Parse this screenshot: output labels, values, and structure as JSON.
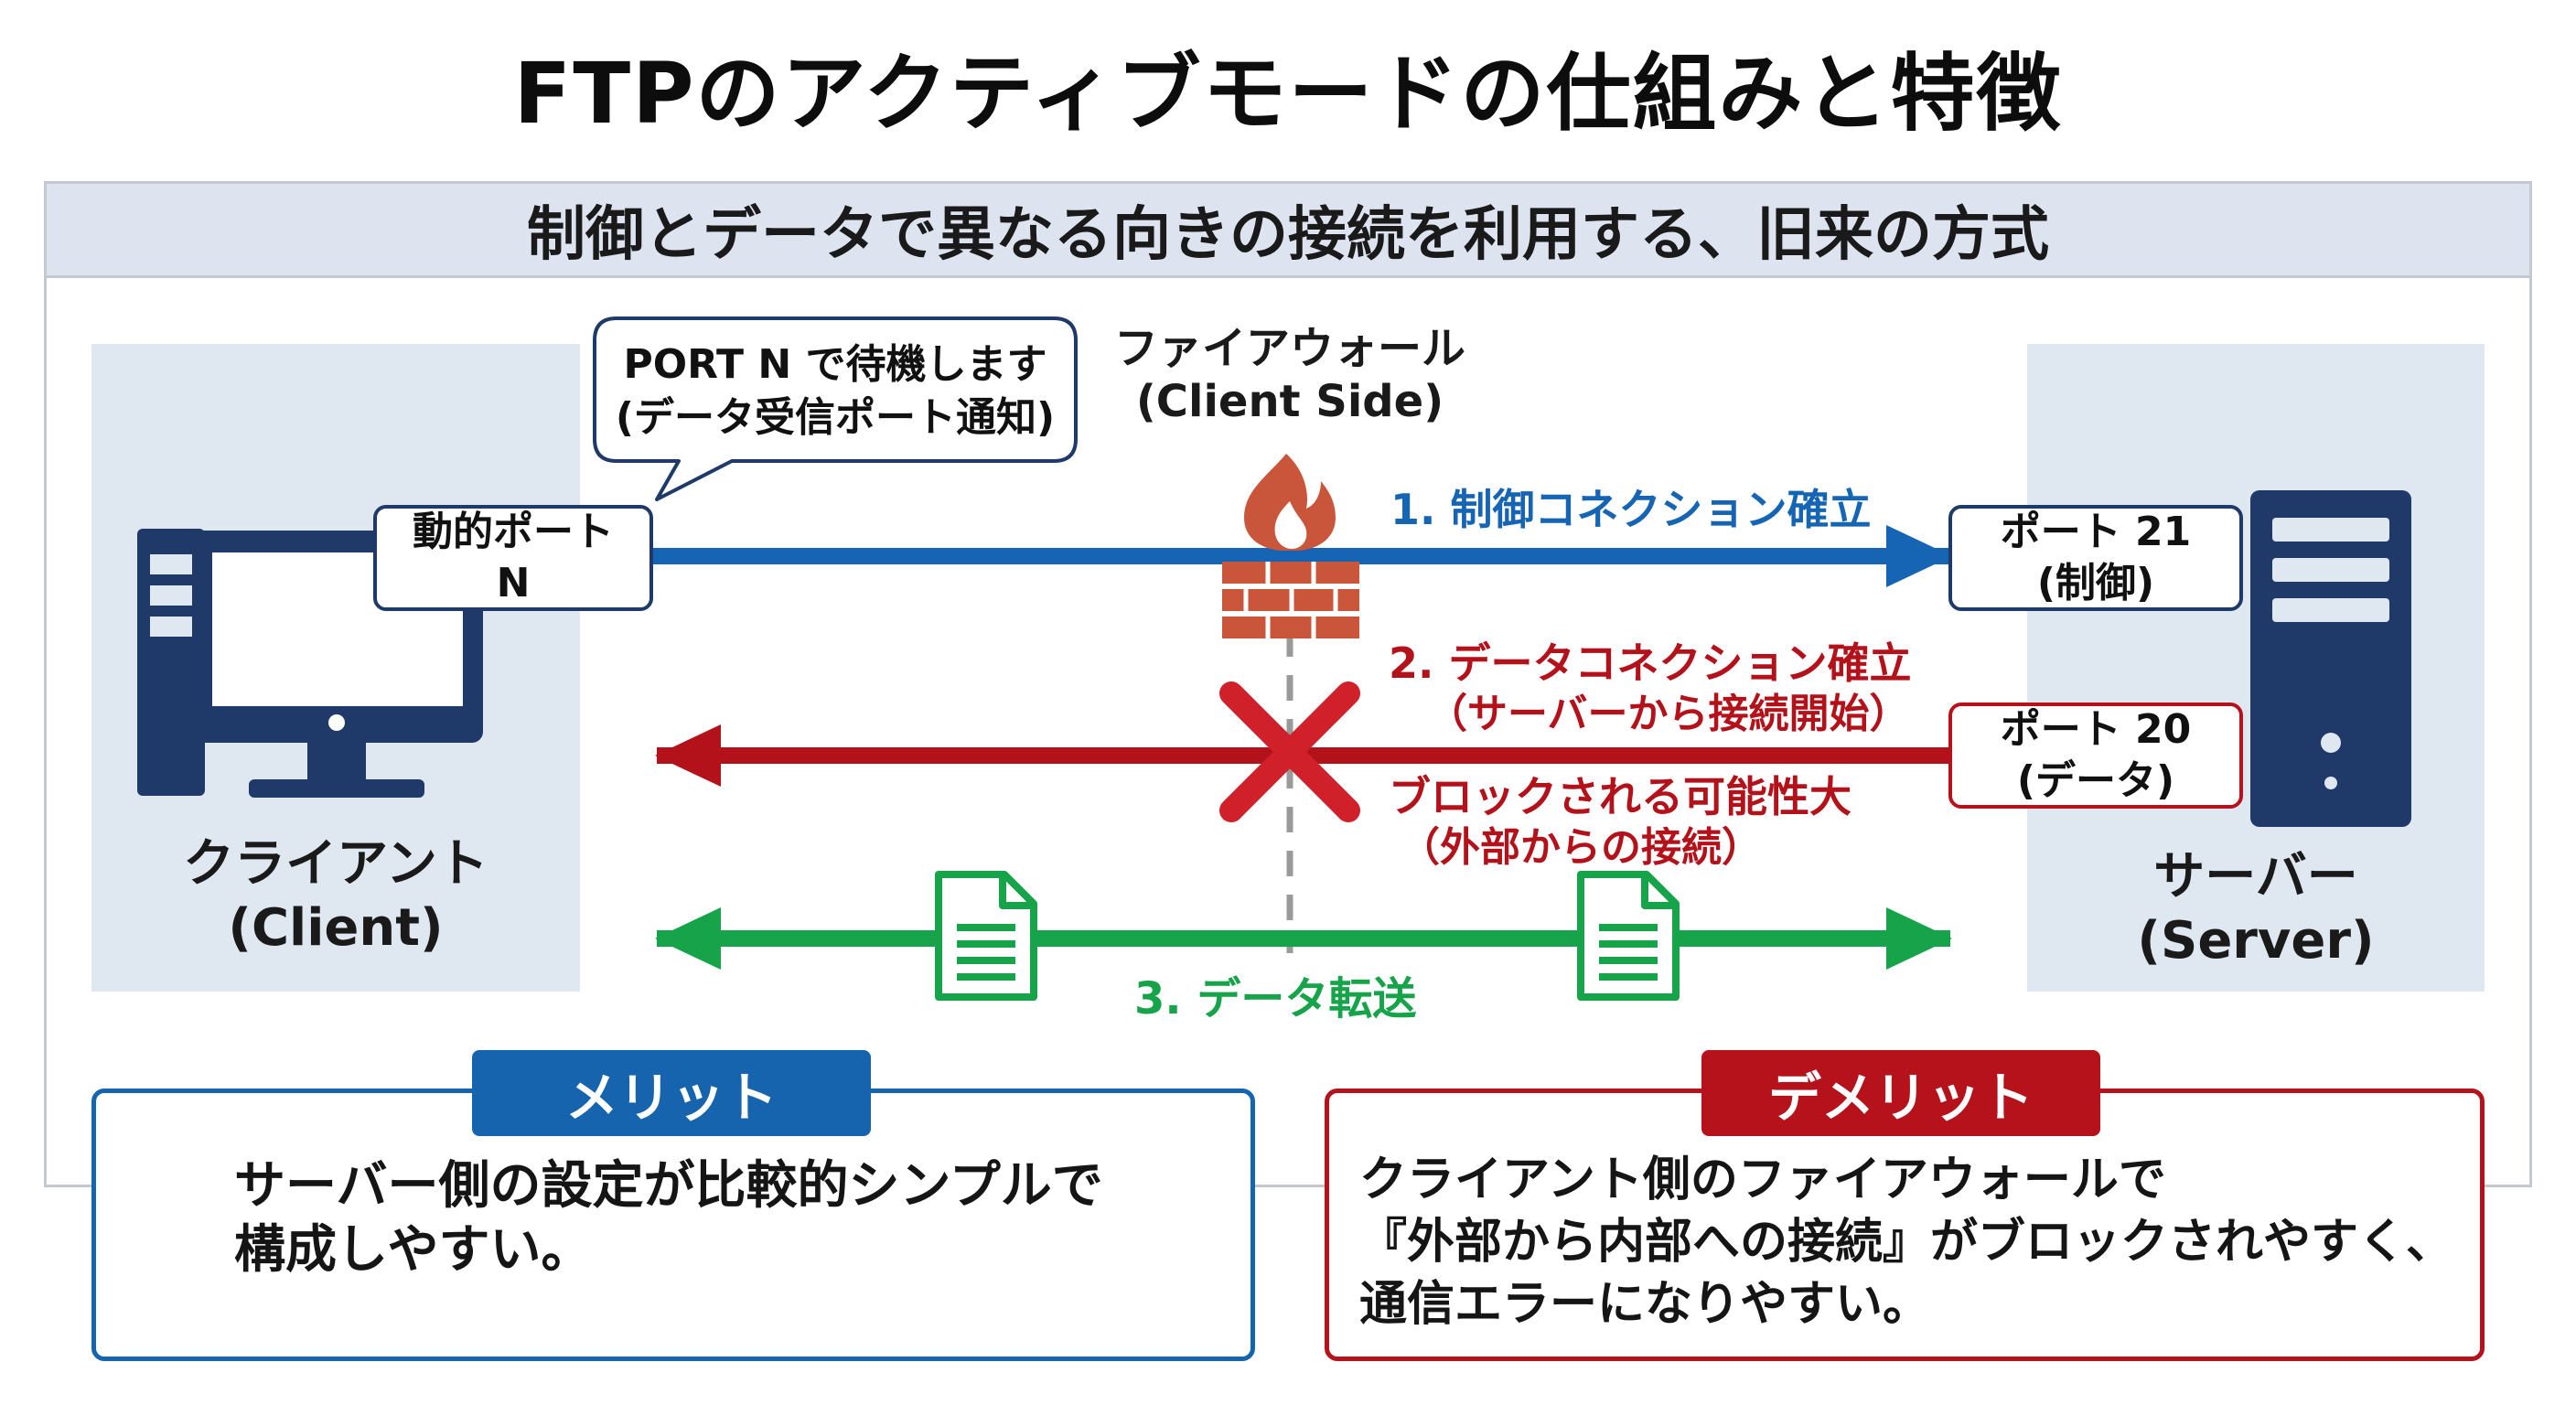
{
  "title": "FTPのアクティブモードの仕組みと特徴",
  "subtitle": "制御とデータで異なる向きの接続を利用する、旧来の方式",
  "client": {
    "label_line1": "クライアント",
    "label_line2": "(Client)",
    "port_line1": "動的ポート",
    "port_line2": "N"
  },
  "server": {
    "label_line1": "サーバー",
    "label_line2": "(Server)",
    "control_port_line1": "ポート 21",
    "control_port_line2": "(制御)",
    "data_port_line1": "ポート 20",
    "data_port_line2": "(データ)"
  },
  "speech_bubble": {
    "line1": "PORT N で待機します",
    "line2": "(データ受信ポート通知)"
  },
  "firewall": {
    "line1": "ファイアウォール",
    "line2": "(Client Side)"
  },
  "connections": {
    "control": "1. 制御コネクション確立",
    "data_line1": "2. データコネクション確立",
    "data_line2": "（サーバーから接続開始）",
    "blocked_line1": "ブロックされる可能性大",
    "blocked_line2": "（外部からの接続）",
    "transfer": "3. データ転送"
  },
  "merit": {
    "heading": "メリット",
    "line1": "サーバー側の設定が比較的シンプルで",
    "line2": "構成しやすい。"
  },
  "demerit": {
    "heading": "デメリット",
    "line1": "クライアント側のファイアウォールで",
    "line2": "『外部から内部への接続』がブロックされやすく、",
    "line3": "通信エラーになりやすい。"
  },
  "colors": {
    "control": "#1565b4",
    "data": "#b3121b",
    "transfer": "#16a34a",
    "device": "#1f3a68",
    "firewall": "#c9553a",
    "panel": "#dfe7f1"
  },
  "icons": {
    "client": "desktop-computer-icon",
    "server": "server-tower-icon",
    "firewall": "firewall-flame-icon",
    "blocked": "cross-mark-icon",
    "file": "document-icon"
  }
}
